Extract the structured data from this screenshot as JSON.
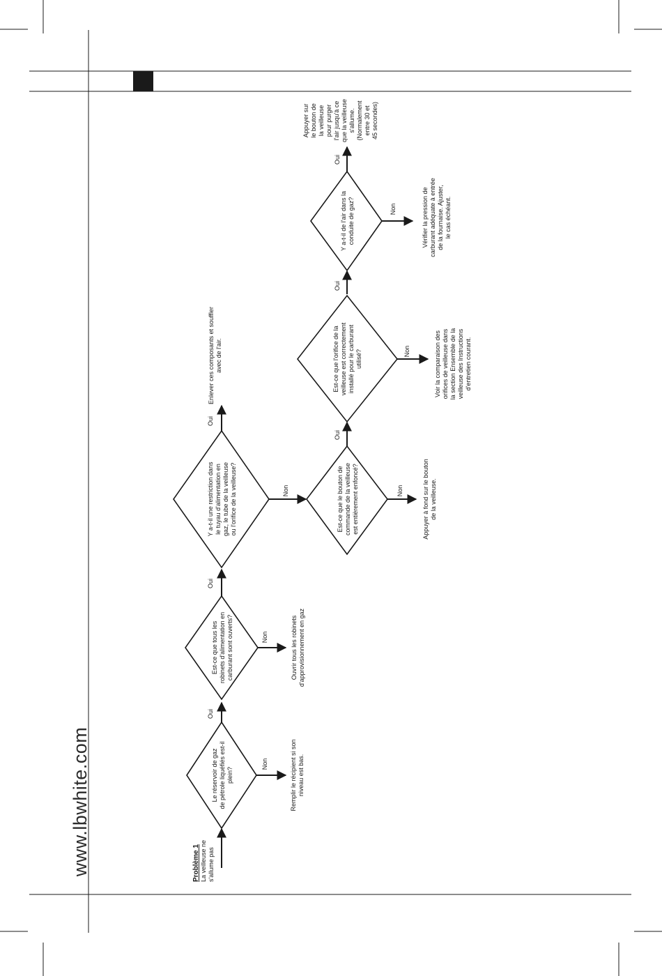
{
  "page": {
    "website": "www.lbwhite.com"
  },
  "problem": {
    "title": "Problème 1",
    "description": [
      "La veilleuse ne",
      "s'allume pas"
    ]
  },
  "branch_labels": {
    "yes": "Oui",
    "no": "Non"
  },
  "decisions": [
    {
      "id": "d1",
      "lines": [
        "Le réservoir de gaz",
        "de pétrole liquéfiés est-il",
        "plein?"
      ]
    },
    {
      "id": "d2",
      "lines": [
        "Est-ce que tous les",
        "robinets d'alimentation en",
        "carburant sont ouverts?"
      ]
    },
    {
      "id": "d3",
      "lines": [
        "Y a-t-il une restriction dans",
        "le tuyau d'alimentation en",
        "gaz, le tube de la veilleuse",
        "ou l'orifice de la veilleuse?"
      ]
    },
    {
      "id": "d4",
      "lines": [
        "Est-ce que le bouton de",
        "commande de la veilleuse",
        "est entièrement enfoncé?"
      ]
    },
    {
      "id": "d5",
      "lines": [
        "Est-ce que l'orifice de la",
        "veilleuse est correctement",
        "installé pour le carburant",
        "utilisé?"
      ]
    },
    {
      "id": "d6",
      "lines": [
        "Y a-t-il de l'air dans la",
        "conduite de gaz?"
      ]
    }
  ],
  "actions": [
    {
      "id": "a1",
      "lines": [
        "Remplir le récipient si son",
        "niveau est bas."
      ]
    },
    {
      "id": "a2",
      "lines": [
        "Ouvrir tous les robinets",
        "d'approvisionnement en gaz"
      ]
    },
    {
      "id": "a3",
      "lines": [
        "Enlever ces composants et souffler",
        "avec de l'air."
      ]
    },
    {
      "id": "a4",
      "lines": [
        "Appuyer à fond sur le bouton",
        "de la veilleuse."
      ]
    },
    {
      "id": "a5",
      "lines": [
        "Voir la comparaison des",
        "orifices de veilleuse dans",
        "la section Ensemble de la",
        "veilleuse des Instructions",
        "d'entretien courant."
      ]
    },
    {
      "id": "a6",
      "lines": [
        "Vérifier la pression de",
        "carburant adéquate à entrée",
        "de la fournaise. Ajuster,",
        "le cas échéant."
      ]
    },
    {
      "id": "a7",
      "lines": [
        "Appuyer sur",
        "le bouton de",
        "la veilleuse",
        "pour purger",
        "l'air jusqu'à ce",
        "que la veilleuse",
        "s'allume.",
        "(Normalement",
        "entre 30 et",
        "45 secondes)"
      ]
    }
  ]
}
